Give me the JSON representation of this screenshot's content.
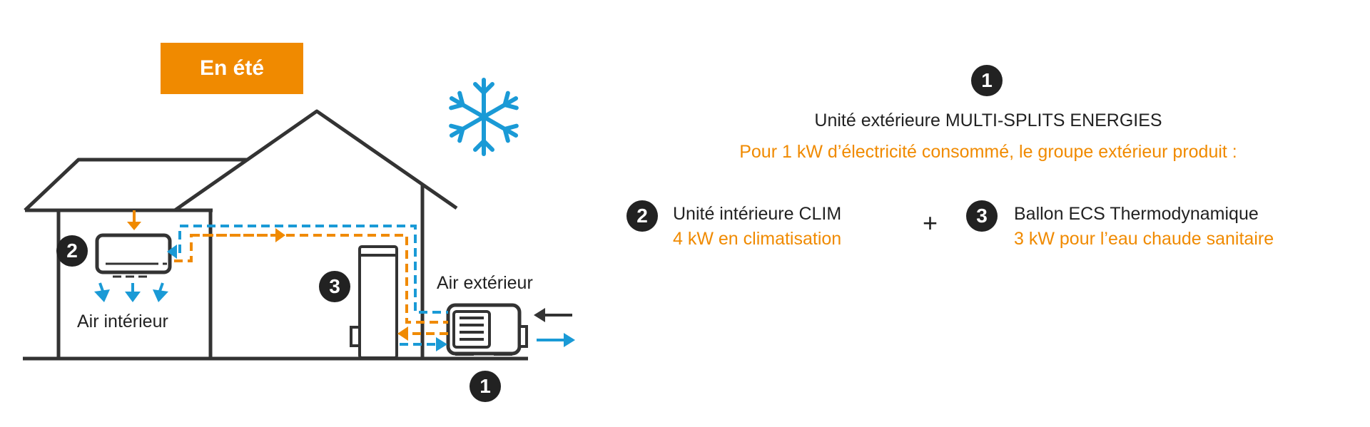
{
  "colors": {
    "orange": "#f08a00",
    "blue": "#1a9ad6",
    "dark": "#222222"
  },
  "scene": {
    "season_label": "En été",
    "season_icon": "snowflake-icon",
    "air_outdoor_label": "Air extérieur",
    "air_indoor_label": "Air intérieur",
    "numbers": {
      "one": "1",
      "two": "2",
      "three": "3"
    }
  },
  "info": {
    "outdoor_unit": {
      "number": "1",
      "title": "Unité extérieure MULTI-SPLITS ENERGIES",
      "subtitle": "Pour 1 kW d’électricité consommé, le groupe extérieur produit :"
    },
    "operator": "+",
    "items": [
      {
        "number": "2",
        "label": "Unité intérieure CLIM",
        "value": "4 kW en climatisation"
      },
      {
        "number": "3",
        "label": "Ballon ECS Thermodynamique",
        "value": "3 kW pour l’eau chaude sanitaire"
      }
    ]
  }
}
